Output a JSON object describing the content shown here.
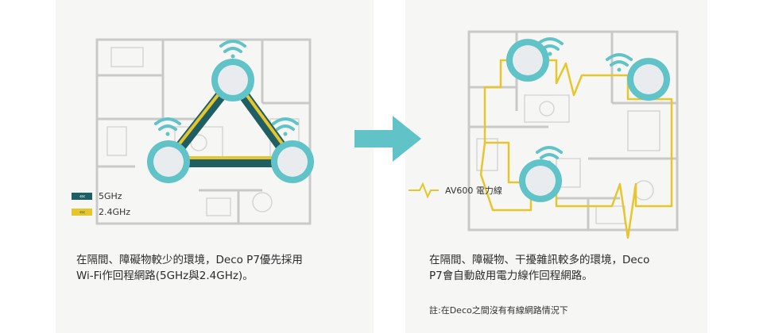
{
  "colors": {
    "teal": "#5fc3c8",
    "node_fill": "#e9ecee",
    "band_5ghz": "#1f5e62",
    "band_24ghz": "#e6c62c",
    "plc_line": "#e6c62c",
    "wall": "#c9c9c9",
    "arrow": "#5fc3c8"
  },
  "legend": {
    "band_5ghz_label": "5GHz",
    "band_24ghz_label": "2.4GHz",
    "arrow_glyph": "‹‹‹"
  },
  "plc_legend": {
    "label": "AV600 電力線"
  },
  "captions": {
    "left": "在隔間、障礙物較少的環境，Deco P7優先採用\nWi-Fi作回程網路(5GHz與2.4GHz)。",
    "right": "在隔間、障礙物、干擾雜訊較多的環境，Deco\nP7會自動啟用電力線作回程網路。",
    "footnote": "註:在Deco之間沒有有線網路情況下"
  },
  "icons": {
    "wifi": "wifi-icon",
    "arrow": "arrow-right-icon",
    "node": "deco-node-icon"
  }
}
